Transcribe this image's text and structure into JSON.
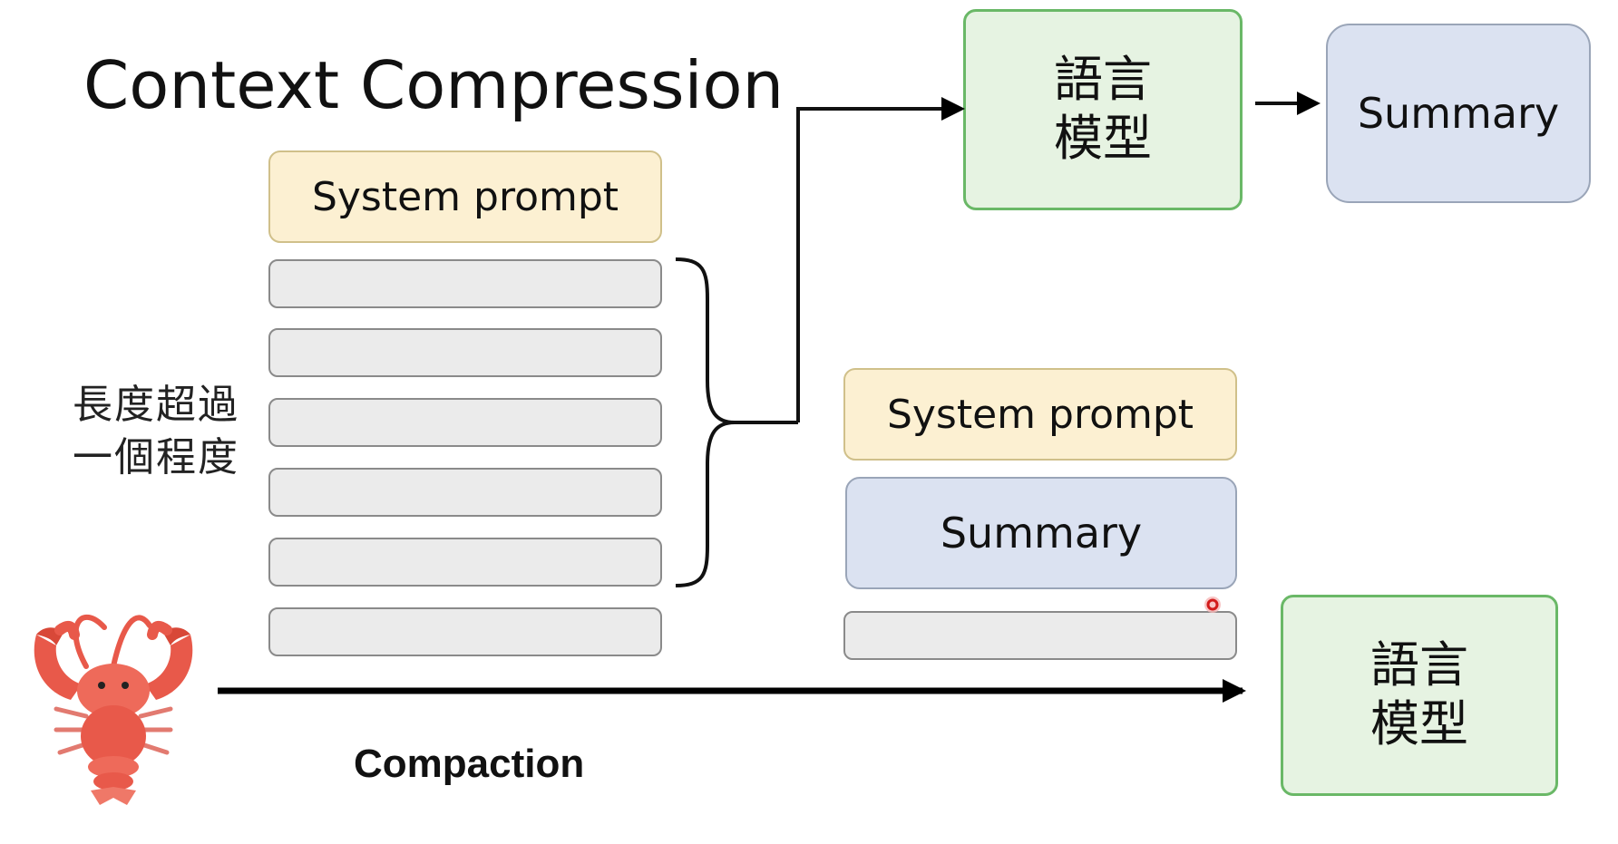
{
  "title": "Context Compression",
  "left_stack": {
    "system_prompt": "System prompt",
    "message_rows": 6
  },
  "length_label": {
    "line1": "長度超過",
    "line2": "一個程度"
  },
  "top_model": {
    "line1": "語言",
    "line2": "模型"
  },
  "top_summary": "Summary",
  "right_stack": {
    "system_prompt": "System prompt",
    "summary": "Summary",
    "message_rows": 1
  },
  "bottom_model": {
    "line1": "語言",
    "line2": "模型"
  },
  "arrow_label": "Compaction",
  "mascot_icon": "lobster-icon",
  "colors": {
    "system_prompt_fill": "#fcf0d2",
    "summary_fill": "#dbe2f1",
    "message_fill": "#ebebeb",
    "model_fill": "#e6f3e2",
    "model_border": "#6ab867",
    "lobster": "#e8594a",
    "pointer_dot": "#e02020"
  }
}
